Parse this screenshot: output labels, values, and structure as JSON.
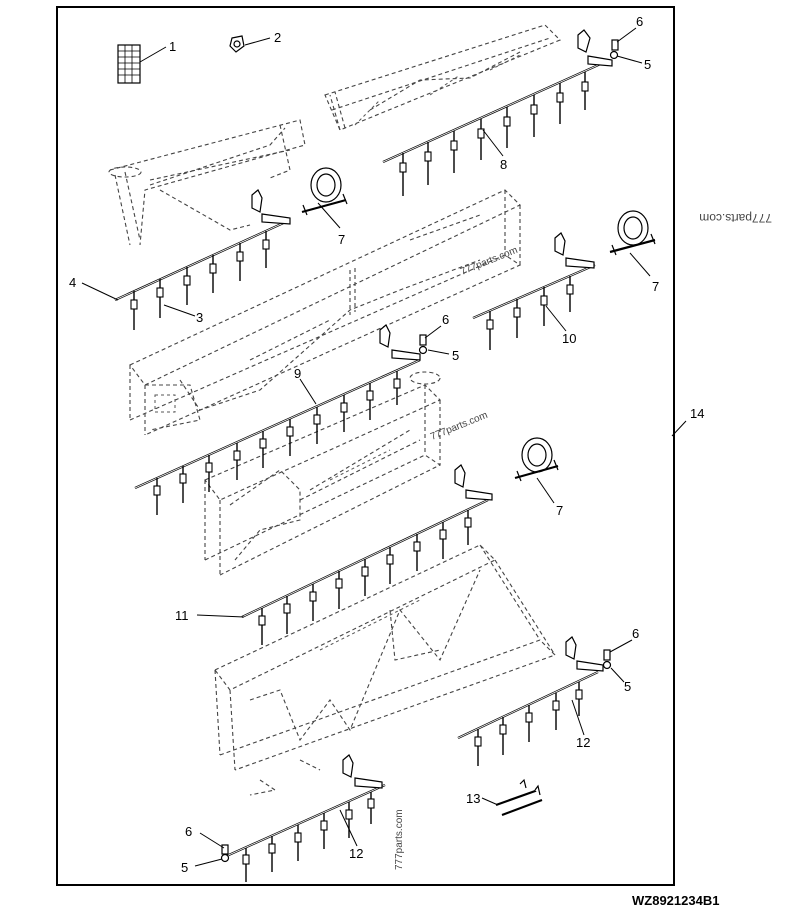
{
  "diagram": {
    "reference_code": "WZ8921234B1",
    "watermark": "777parts.com",
    "callouts": {
      "c1": "1",
      "c2": "2",
      "c3": "3",
      "c4": "4",
      "c5a": "5",
      "c5b": "5",
      "c5c": "5",
      "c5d": "5",
      "c6a": "6",
      "c6b": "6",
      "c6c": "6",
      "c6d": "6",
      "c7a": "7",
      "c7b": "7",
      "c7c": "7",
      "c8": "8",
      "c9": "9",
      "c10": "10",
      "c11": "11",
      "c12a": "12",
      "c12b": "12",
      "c13": "13",
      "c14": "14"
    }
  }
}
